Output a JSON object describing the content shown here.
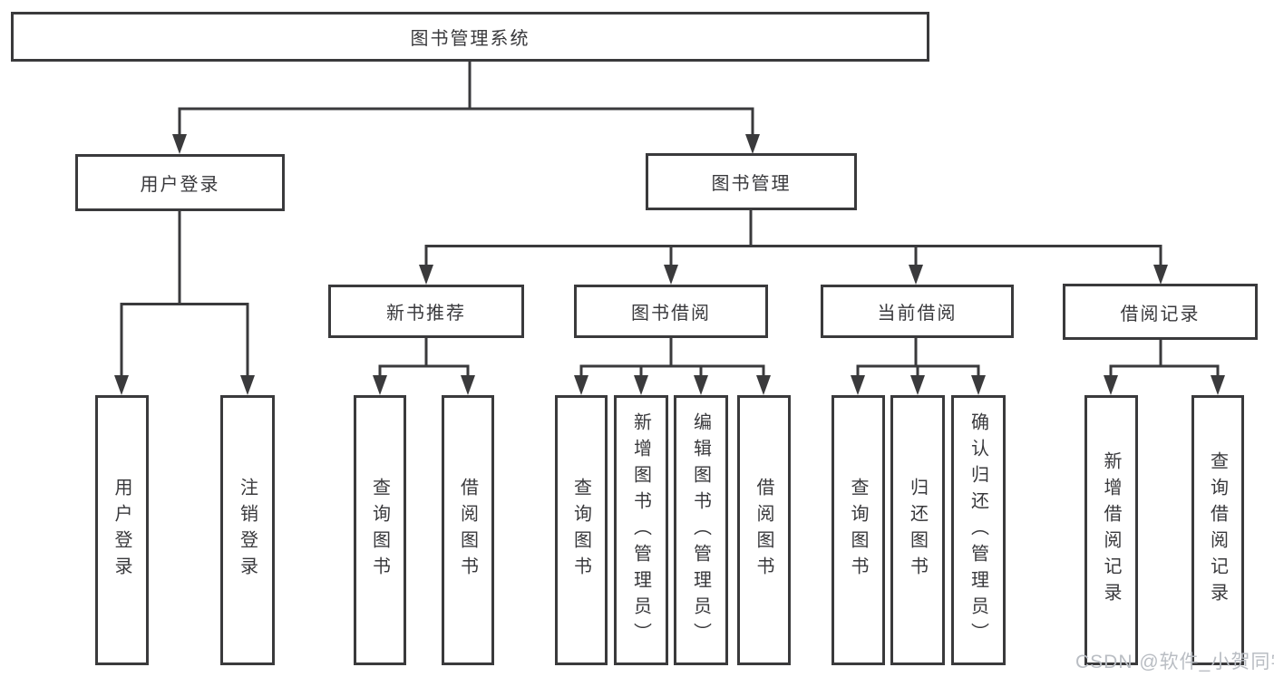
{
  "diagram": {
    "title": "图书管理系统",
    "level2": [
      {
        "id": "user-login",
        "label": "用户登录"
      },
      {
        "id": "book-management",
        "label": "图书管理"
      }
    ],
    "level3": [
      {
        "id": "new-book-recommend",
        "label": "新书推荐"
      },
      {
        "id": "book-borrow",
        "label": "图书借阅"
      },
      {
        "id": "current-borrow",
        "label": "当前借阅"
      },
      {
        "id": "borrow-records",
        "label": "借阅记录"
      }
    ],
    "leaves": {
      "user_login": [
        "用户登录",
        "注销登录"
      ],
      "new_book_recommend": [
        "查询图书",
        "借阅图书"
      ],
      "book_borrow": [
        "查询图书",
        "新增图书（管理员）",
        "编辑图书（管理员）",
        "借阅图书"
      ],
      "current_borrow": [
        "查询图书",
        "归还图书",
        "确认归还（管理员）"
      ],
      "borrow_records": [
        "新增借阅记录",
        "查询借阅记录"
      ]
    },
    "watermark": "CSDN @软件_小贺同学",
    "colors": {
      "line": "#3a3a3c",
      "box_fill": "#ffffff",
      "text": "#39393c",
      "watermark": "#b9bdc3"
    }
  }
}
